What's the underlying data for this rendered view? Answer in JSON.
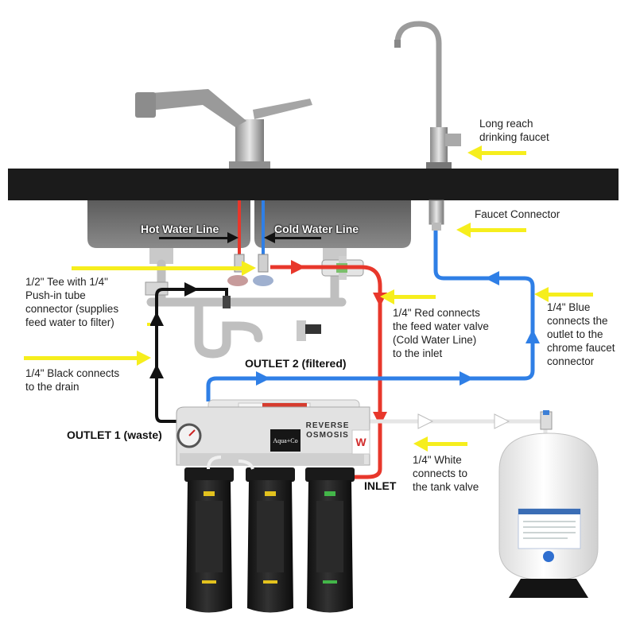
{
  "labels": {
    "faucet": [
      "Long reach",
      "drinking faucet"
    ],
    "faucet_connector": "Faucet Connector",
    "hot_line": "Hot Water Line",
    "cold_line": "Cold Water Line",
    "tee": [
      "1/2\" Tee with 1/4\"",
      "Push-in tube",
      "connector (supplies",
      "feed water to filter)"
    ],
    "red": [
      "1/4\" Red connects",
      "the feed water valve",
      "(Cold Water Line)",
      "to the inlet"
    ],
    "blue": [
      "1/4\" Blue",
      "connects the",
      "outlet to the",
      "chrome faucet",
      "connector"
    ],
    "outlet2": "OUTLET 2 (filtered)",
    "black": [
      "1/4\" Black connects",
      "to the drain"
    ],
    "outlet1": "OUTLET 1 (waste)",
    "inlet": "INLET",
    "white": [
      "1/4\" White",
      "connects to",
      "the tank valve"
    ]
  },
  "unit_branding": {
    "line1": "REVERSE",
    "line2": "OSMOSIS",
    "logo": "Aqua+Co",
    "mark": "W"
  },
  "colors": {
    "countertop": "#1b1b1b",
    "sink": "#6e6e6e",
    "red_line": "#e8372b",
    "blue_line": "#2f7fe6",
    "black_line": "#111111",
    "white_line": "#e6e6e6",
    "pointer_arrow": "#f6ee1d",
    "filter_housing": "#1e1e1e",
    "tank": "#f4f4f4"
  }
}
